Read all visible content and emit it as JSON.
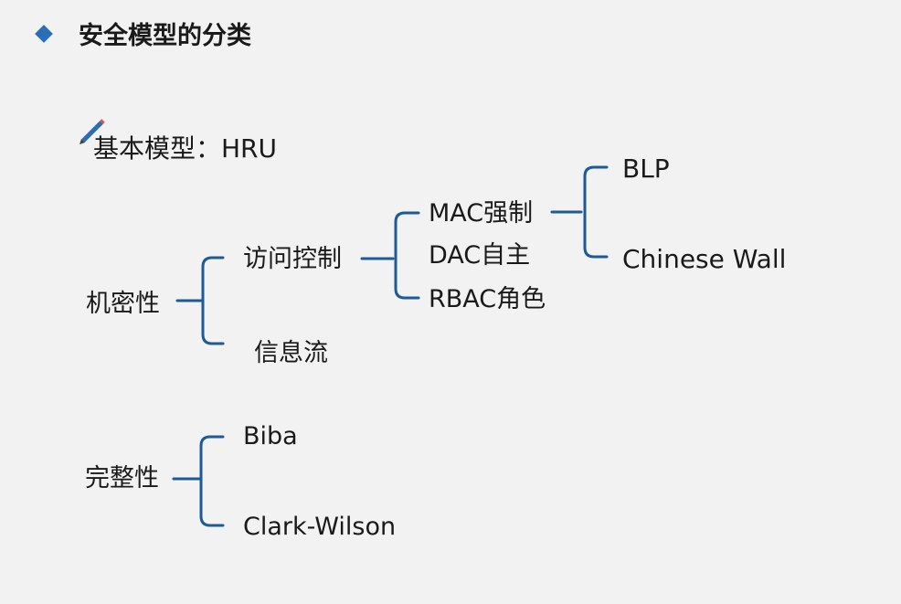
{
  "title": "安全模型的分类",
  "basic_model": "基本模型：HRU",
  "colors": {
    "accent": "#2a6fb5",
    "bracket": "#1e5a96",
    "pencil_body": "#2e6db3",
    "pencil_tip": "#d9534f",
    "text": "#1a1a1a",
    "background": "#f2f2f2"
  },
  "icons": {
    "bullet": "diamond-bullet-icon",
    "pencil": "pencil-icon"
  },
  "tree": {
    "confidentiality": {
      "label": "机密性",
      "access_control": {
        "label": "访问控制",
        "mac": {
          "label": "MAC强制",
          "blp": "BLP",
          "chinese_wall": "Chinese Wall"
        },
        "dac": "DAC自主",
        "rbac": "RBAC角色"
      },
      "info_flow": "信息流"
    },
    "integrity": {
      "label": "完整性",
      "biba": "Biba",
      "clark_wilson": "Clark-Wilson"
    }
  }
}
